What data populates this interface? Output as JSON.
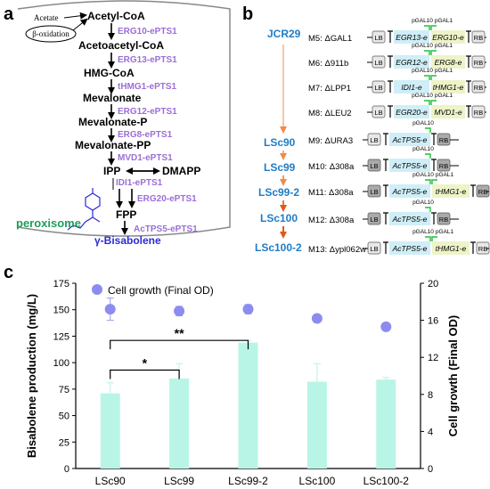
{
  "panels": {
    "a": "a",
    "b": "b",
    "c": "c"
  },
  "panel_a": {
    "acetate": "Acetate",
    "beta_oxidation": "β-oxidation",
    "compounds": [
      "Acetyl-CoA",
      "Acetoacetyl-CoA",
      "HMG-CoA",
      "Mevalonate",
      "Mevalonate-P",
      "Mevalonate-PP",
      "IPP",
      "DMAPP",
      "FPP"
    ],
    "enzymes": [
      "ERG10-ePTS1",
      "ERG13-ePTS1",
      "tHMG1-ePTS1",
      "ERG12-ePTS1",
      "ERG8-ePTS1",
      "MVD1-ePTS1",
      "IDI1-ePTS1",
      "ERG20-ePTS1",
      "AcTPS5-ePTS1"
    ],
    "peroxisome": "peroxisome",
    "product": "γ-Bisabolene",
    "colors": {
      "enzyme": "#9b6fd6",
      "peroxisome": "#1f9e5a",
      "product": "#2b2bd6"
    }
  },
  "panel_b": {
    "strains": [
      "JCR29",
      "LSc90",
      "LSc99",
      "LSc99-2",
      "LSc100",
      "LSc100-2"
    ],
    "strain_color": "#1f7cc6",
    "modules": [
      {
        "label": "M5: ΔGAL1",
        "genes": [
          "EGR13-e",
          "ERG10-e"
        ],
        "promoters": [
          "pGAL10",
          "pGAL1"
        ],
        "ends": [
          "LB",
          "RB"
        ]
      },
      {
        "label": "M6: Δ911b",
        "genes": [
          "EGR12-e",
          "ERG8-e"
        ],
        "promoters": [
          "pGAL10",
          "pGAL1"
        ],
        "ends": [
          "LB",
          "RB"
        ]
      },
      {
        "label": "M7: ΔLPP1",
        "genes": [
          "IDI1-e",
          "tHMG1-e"
        ],
        "promoters": [
          "pGAL10",
          "pGAL1"
        ],
        "ends": [
          "LB",
          "RB"
        ]
      },
      {
        "label": "M8: ΔLEU2",
        "genes": [
          "EGR20-e",
          "MVD1-e"
        ],
        "promoters": [
          "pGAL10",
          "pGAL1"
        ],
        "ends": [
          "LB",
          "RB"
        ]
      },
      {
        "label": "M9: ΔURA3",
        "genes": [
          "AcTPS5-e"
        ],
        "promoters": [
          "pGAL10"
        ],
        "ends": [
          "LB",
          "RB"
        ]
      },
      {
        "label": "M10: Δ308a",
        "genes": [
          "AcTPS5-e"
        ],
        "promoters": [
          "pGAL10"
        ],
        "ends": [
          "LB",
          "RB"
        ]
      },
      {
        "label": "M11: Δ308a",
        "genes": [
          "AcTPS5-e",
          "tHMG1-e"
        ],
        "promoters": [
          "pGAL10",
          "pGAL1"
        ],
        "ends": [
          "LB",
          "RB"
        ]
      },
      {
        "label": "M12: Δ308a",
        "genes": [
          "AcTPS5-e"
        ],
        "promoters": [
          "pGAL10"
        ],
        "ends": [
          "LB",
          "RB"
        ]
      },
      {
        "label": "M13: Δypl062w",
        "genes": [
          "AcTPS5-e",
          "tHMG1-e"
        ],
        "promoters": [
          "pGAL10",
          "pGAL1"
        ],
        "ends": [
          "LB",
          "RB"
        ]
      }
    ]
  },
  "chart_data": {
    "type": "bar",
    "legend": "Cell growth (Final OD)",
    "categories": [
      "LSc90",
      "LSc99",
      "LSc99-2",
      "LSc100",
      "LSc100-2"
    ],
    "series": [
      {
        "values": [
          71,
          85,
          119,
          82,
          84
        ],
        "errors": [
          10,
          14,
          2,
          17,
          2
        ],
        "axis": "left",
        "color": "#b8f5e6"
      },
      {
        "name": "Cell growth (Final OD)",
        "values": [
          17.2,
          17.0,
          17.2,
          16.2,
          15.3
        ],
        "errors": [
          1.2,
          0.5,
          0.5,
          0.2,
          0.4
        ],
        "axis": "right",
        "color": "#8c8cf0"
      }
    ],
    "ylabel": "Bisabolene production (mg/L)",
    "y2label": "Cell growth (Final OD)",
    "ylim": [
      0,
      175
    ],
    "y2lim": [
      0,
      20
    ],
    "yticks": [
      0,
      25,
      50,
      75,
      100,
      125,
      150,
      175
    ],
    "y2ticks": [
      0,
      4,
      8,
      12,
      16,
      20
    ],
    "significance": [
      {
        "from": "LSc90",
        "to": "LSc99",
        "label": "*"
      },
      {
        "from": "LSc90",
        "to": "LSc99-2",
        "label": "**"
      }
    ]
  }
}
